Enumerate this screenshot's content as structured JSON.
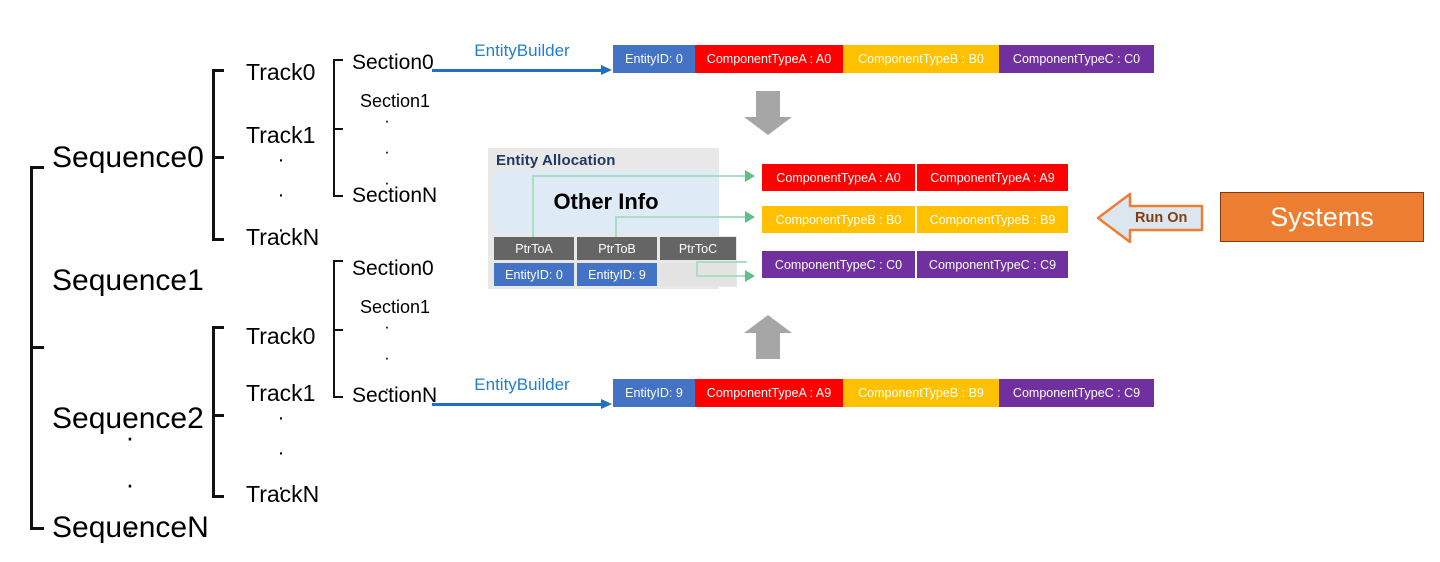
{
  "diagram": {
    "title": "Entity Component System data layout diagram",
    "colors": {
      "entity_id": "#4472C4",
      "component_a": "#FF0000",
      "component_b": "#FFC000",
      "component_c": "#7030A0",
      "pointer_cell": "#656565",
      "panel_header_bg": "#E8E8E8",
      "panel_body_bg": "#DEEAF6",
      "systems_box": "#ED7D31",
      "arrow_blue": "#1F6FC4",
      "arrow_gray": "#A6A6A6",
      "connector_green": "#A9DFC0"
    }
  },
  "hierarchy": {
    "sequences": [
      {
        "label": "Sequence0"
      },
      {
        "label": "Sequence1"
      },
      {
        "label": "Sequence2"
      },
      {
        "label": "SequenceN"
      }
    ],
    "dots": "·",
    "tracks_group_top": [
      {
        "label": "Track0"
      },
      {
        "label": "Track1"
      },
      {
        "label": "TrackN"
      }
    ],
    "tracks_group_bottom": [
      {
        "label": "Track0"
      },
      {
        "label": "Track1"
      },
      {
        "label": "TrackN"
      }
    ],
    "sections_group_top": [
      {
        "label": "Section0"
      },
      {
        "label": "Section1"
      },
      {
        "label": "SectionN"
      }
    ],
    "sections_group_bottom": [
      {
        "label": "Section0"
      },
      {
        "label": "Section1"
      },
      {
        "label": "SectionN"
      }
    ]
  },
  "builders": {
    "top": {
      "label": "EntityBuilder",
      "entity": {
        "id_cell": "EntityID: 0",
        "components": [
          "ComponentTypeA : A0",
          "ComponentTypeB : B0",
          "ComponentTypeC : C0"
        ]
      }
    },
    "bottom": {
      "label": "EntityBuilder",
      "entity": {
        "id_cell": "EntityID: 9",
        "components": [
          "ComponentTypeA : A9",
          "ComponentTypeB : B9",
          "ComponentTypeC : C9"
        ]
      }
    }
  },
  "allocation": {
    "header": "Entity Allocation",
    "other_info": "Other Info",
    "pointers": [
      "PtrToA",
      "PtrToB",
      "PtrToC"
    ],
    "entity_ids": [
      "EntityID: 0",
      "EntityID: 9",
      ""
    ]
  },
  "component_arrays": [
    {
      "type": "A",
      "cells": [
        "ComponentTypeA : A0",
        "ComponentTypeA : A9"
      ]
    },
    {
      "type": "B",
      "cells": [
        "ComponentTypeB : B0",
        "ComponentTypeB : B9"
      ]
    },
    {
      "type": "C",
      "cells": [
        "ComponentTypeC : C0",
        "ComponentTypeC : C9"
      ]
    }
  ],
  "systems": {
    "run_on_label": "Run On",
    "box_label": "Systems"
  }
}
